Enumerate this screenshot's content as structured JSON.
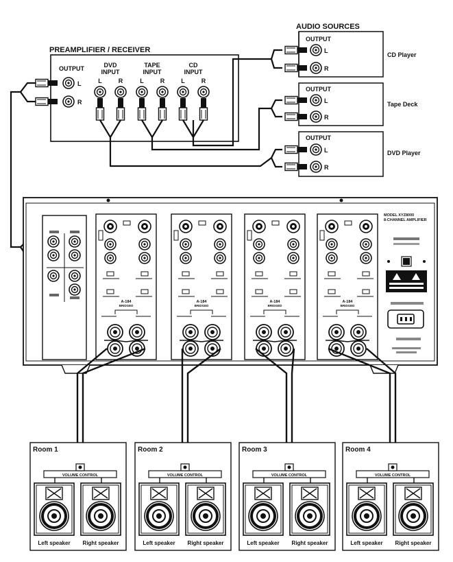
{
  "preamp": {
    "title": "PREAMPLIFIER / RECEIVER",
    "output_label": "OUTPUT",
    "dvd_input_label": "DVD",
    "dvd_input_label2": "INPUT",
    "tape_input_label": "TAPE",
    "tape_input_label2": "INPUT",
    "cd_input_label": "CD",
    "cd_input_label2": "INPUT",
    "left": "L",
    "right": "R"
  },
  "audio_sources": {
    "title": "AUDIO SOURCES",
    "output_label": "OUTPUT",
    "left": "L",
    "right": "R",
    "devices": [
      "CD Player",
      "Tape Deck",
      "DVD Player"
    ]
  },
  "amplifier": {
    "model_label": "MODEL XYZ8000",
    "subtitle": "8-CHANNEL AMPLIFIER",
    "channel_module_label": "A-184",
    "channel_module_sub": "BRIDGED"
  },
  "rooms": [
    {
      "name": "Room 1",
      "volume": "VOLUME CONTROL",
      "left": "Left speaker",
      "right": "Right speaker"
    },
    {
      "name": "Room 2",
      "volume": "VOLUME CONTROL",
      "left": "Left speaker",
      "right": "Right speaker"
    },
    {
      "name": "Room 3",
      "volume": "VOLUME CONTROL",
      "left": "Left speaker",
      "right": "Right speaker"
    },
    {
      "name": "Room 4",
      "volume": "VOLUME CONTROL",
      "left": "Left speaker",
      "right": "Right speaker"
    }
  ]
}
